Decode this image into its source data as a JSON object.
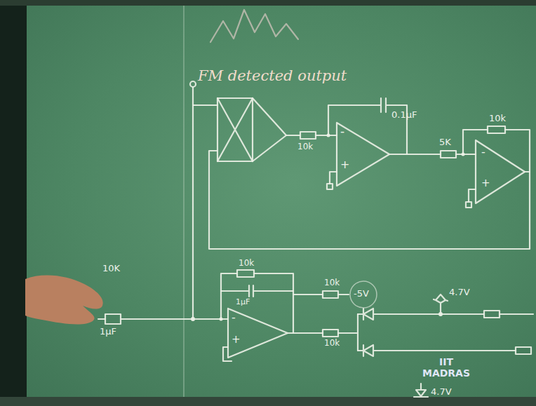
{
  "diagram": {
    "labels": [
      "FM detected output",
      "10k",
      "0.1μF",
      "-",
      "+",
      "5K",
      "10k",
      "-",
      "+",
      "10K",
      "1μF",
      "10k",
      "1μF",
      "-",
      "+",
      "10k",
      "-5V",
      "10k",
      "4.7V",
      "4.7V",
      "IIT MADRAS"
    ]
  }
}
